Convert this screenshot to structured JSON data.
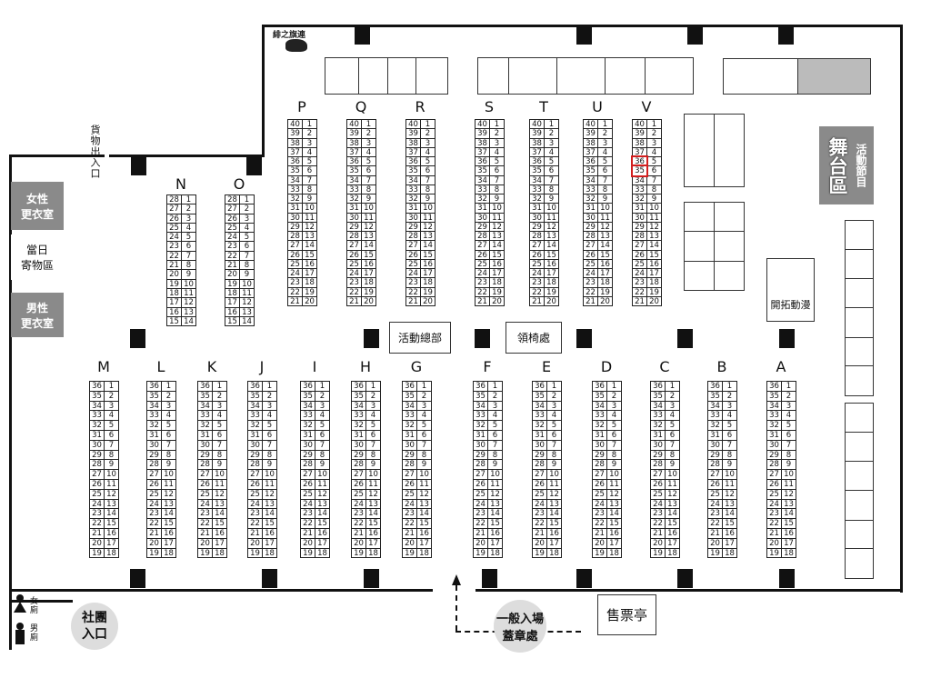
{
  "labels": {
    "logo": "緋之旗連",
    "cargo": "貨物出入口",
    "female_changing": "女性\n更衣室",
    "day_storage": "當日\n寄物區",
    "male_changing": "男性\n更衣室",
    "women_toilet": "女廁",
    "men_toilet": "男廁",
    "club_entrance": "社團\n入口",
    "general_entrance": "一般入場",
    "stamp": "蓋章處",
    "ticket_booth": "售票亭",
    "event_hq": "活動總部",
    "chair_pickup": "領椅處",
    "stage": "舞台區",
    "stage_program": "活動節目",
    "kaituo": "開拓動漫"
  },
  "top_rows": {
    "letters": [
      "P",
      "Q",
      "R",
      "S",
      "T",
      "U",
      "V"
    ],
    "left": [
      40,
      39,
      38,
      37,
      36,
      35,
      34,
      33,
      32,
      31,
      30,
      29,
      28,
      27,
      26,
      25,
      24,
      23,
      22,
      21
    ],
    "right": [
      1,
      2,
      3,
      4,
      5,
      6,
      7,
      8,
      9,
      10,
      11,
      12,
      13,
      14,
      15,
      16,
      17,
      18,
      19,
      20
    ]
  },
  "no_rows": {
    "letters": [
      "N",
      "O"
    ],
    "left": [
      28,
      27,
      26,
      25,
      24,
      23,
      22,
      21,
      20,
      19,
      18,
      17,
      16,
      15
    ],
    "right": [
      1,
      2,
      3,
      4,
      5,
      6,
      7,
      8,
      9,
      10,
      11,
      12,
      13,
      14
    ]
  },
  "bottom_rows": {
    "letters": [
      "M",
      "L",
      "K",
      "J",
      "I",
      "H",
      "G",
      "F",
      "E",
      "D",
      "C",
      "B",
      "A"
    ],
    "left": [
      36,
      35,
      34,
      33,
      32,
      31,
      30,
      29,
      28,
      27,
      26,
      25,
      24,
      23,
      22,
      21,
      20,
      19
    ],
    "right": [
      1,
      2,
      3,
      4,
      5,
      6,
      7,
      8,
      9,
      10,
      11,
      12,
      13,
      14,
      15,
      16,
      17,
      18
    ]
  },
  "highlight": {
    "row": "V",
    "booths": [
      36,
      35
    ],
    "color": "#d21f1f"
  }
}
